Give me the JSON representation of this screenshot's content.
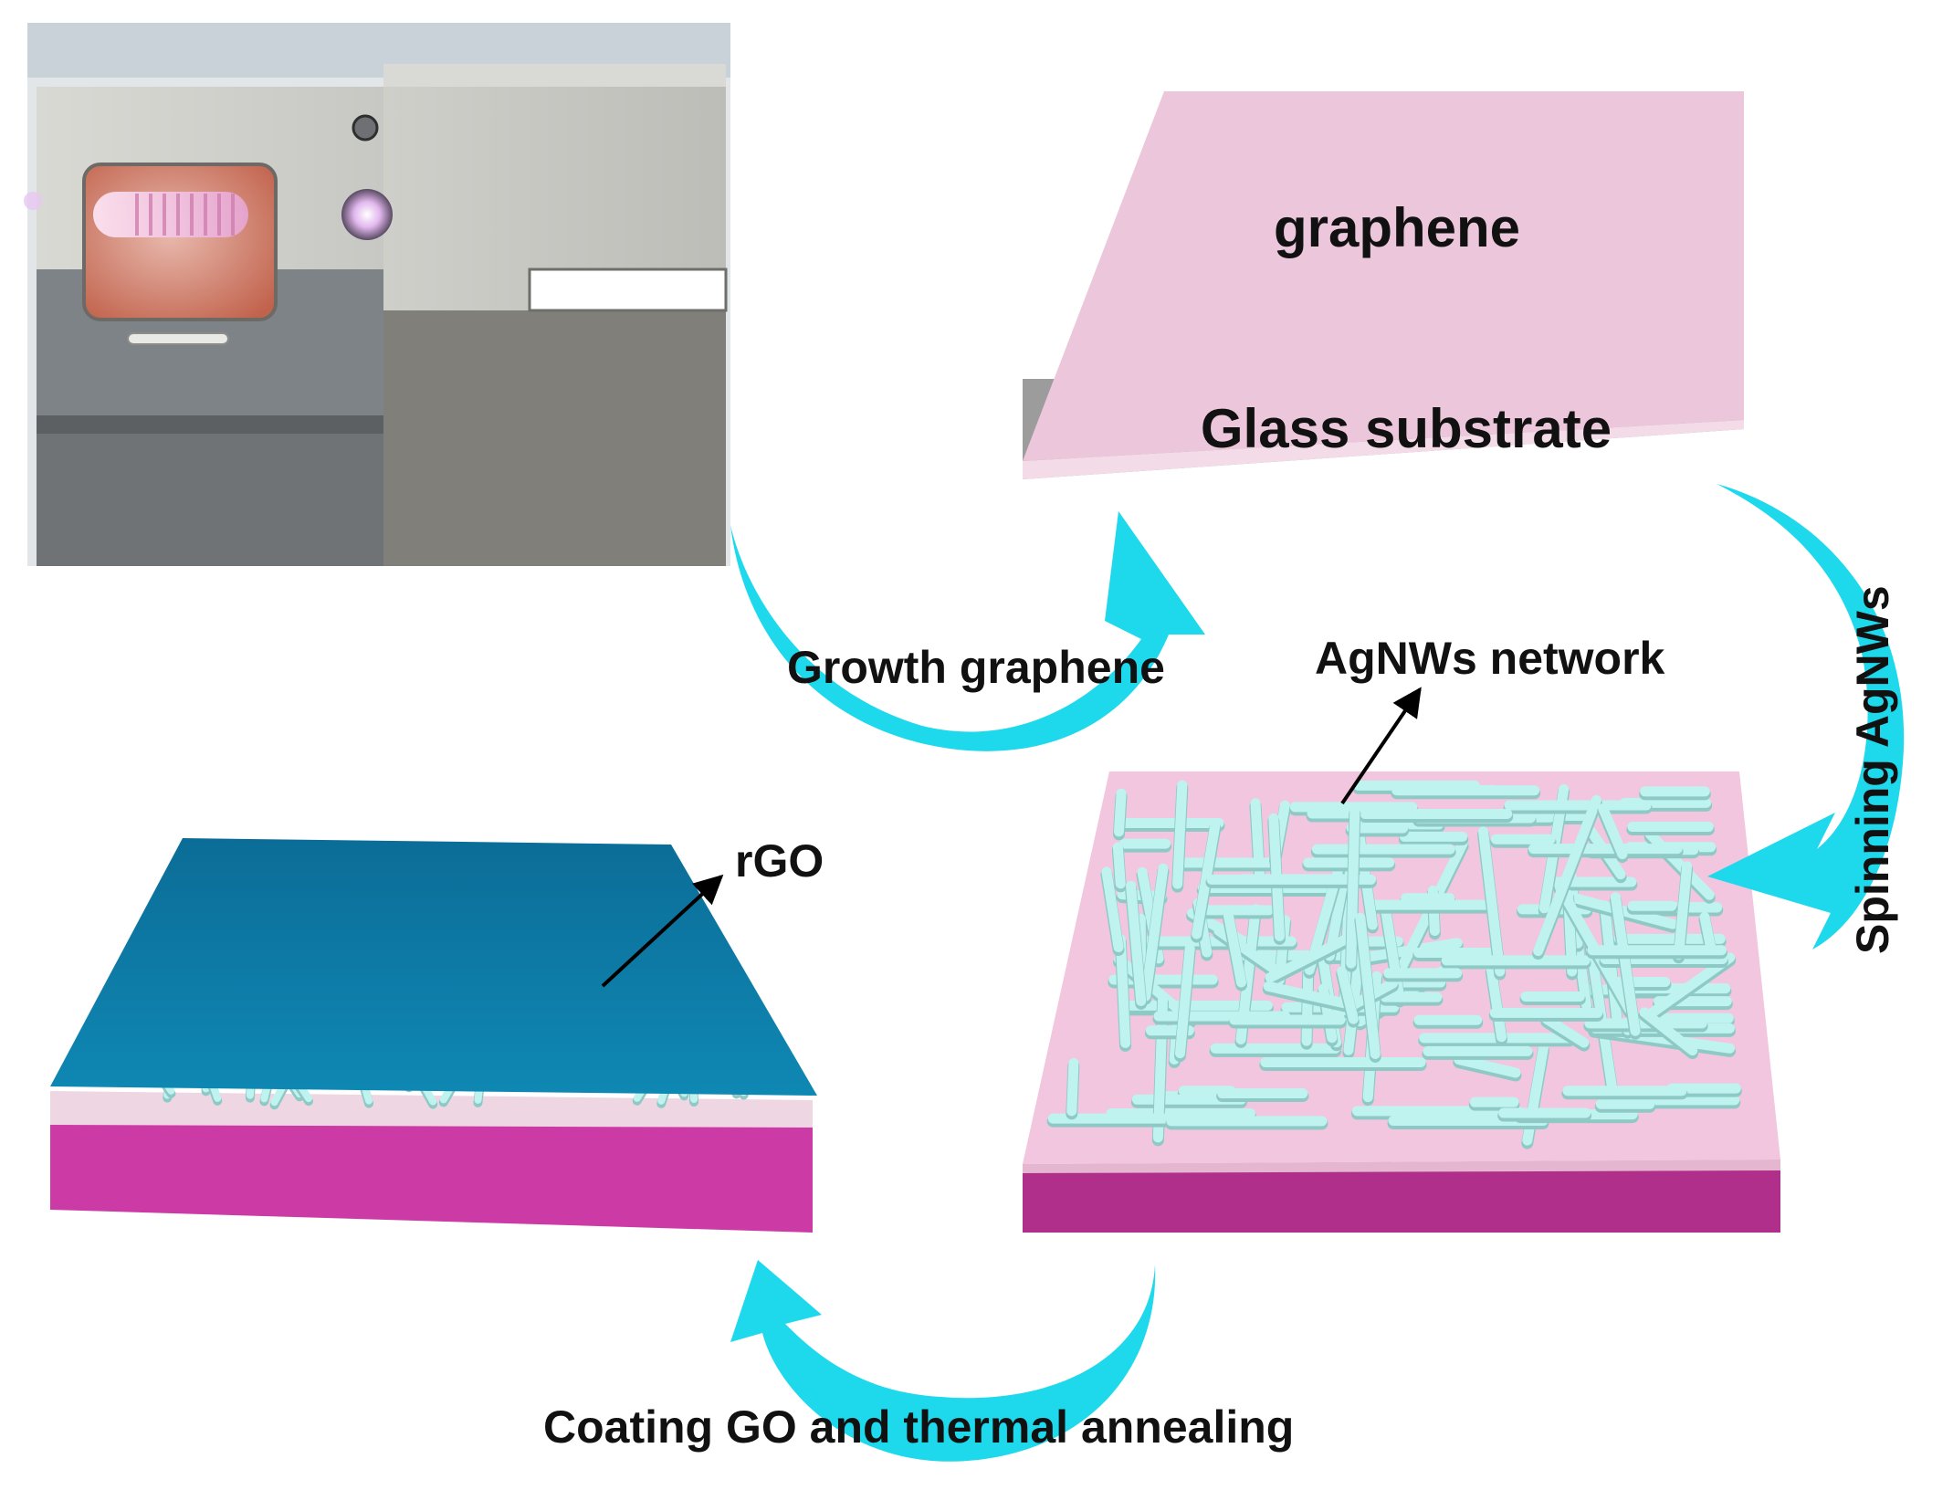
{
  "labels": {
    "graphene": "graphene",
    "glass_substrate": "Glass substrate",
    "growth_graphene": "Growth graphene",
    "spinning_agnws": "Spinning AgNWs",
    "agnws_network": "AgNWs network",
    "rgo": "rGO",
    "coating_go": "Coating GO and thermal annealing"
  },
  "colors": {
    "arrow": "#1ed9ec",
    "graphene_pink": "#ecc6da",
    "glass_gray": "#9c9c9c",
    "substrate_magenta": "#cc3aa6",
    "rgo_blue": "#0c7fa9",
    "nanowire": "#bff3f0"
  }
}
